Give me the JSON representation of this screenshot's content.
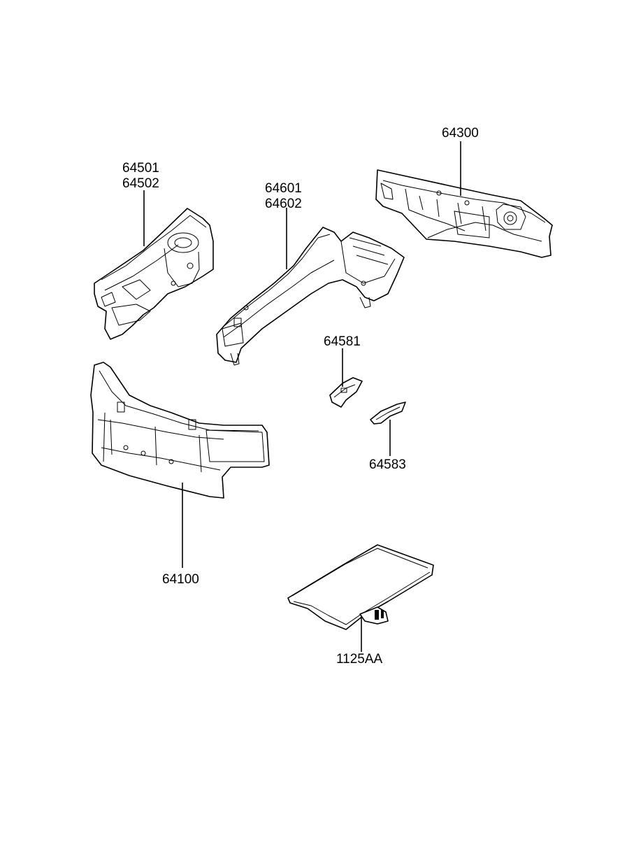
{
  "parts": {
    "fender_apron": {
      "label_1": "64501",
      "label_2": "64502"
    },
    "front_side_member": {
      "label_1": "64601",
      "label_2": "64602"
    },
    "dash_panel": {
      "label": "64300"
    },
    "bracket_a": {
      "label": "64581"
    },
    "bracket_b": {
      "label": "64583"
    },
    "radiator_support": {
      "label": "64100"
    },
    "insulator_pad": {
      "label": "1125AA"
    }
  },
  "colors": {
    "line": "#000000",
    "background": "#ffffff"
  }
}
